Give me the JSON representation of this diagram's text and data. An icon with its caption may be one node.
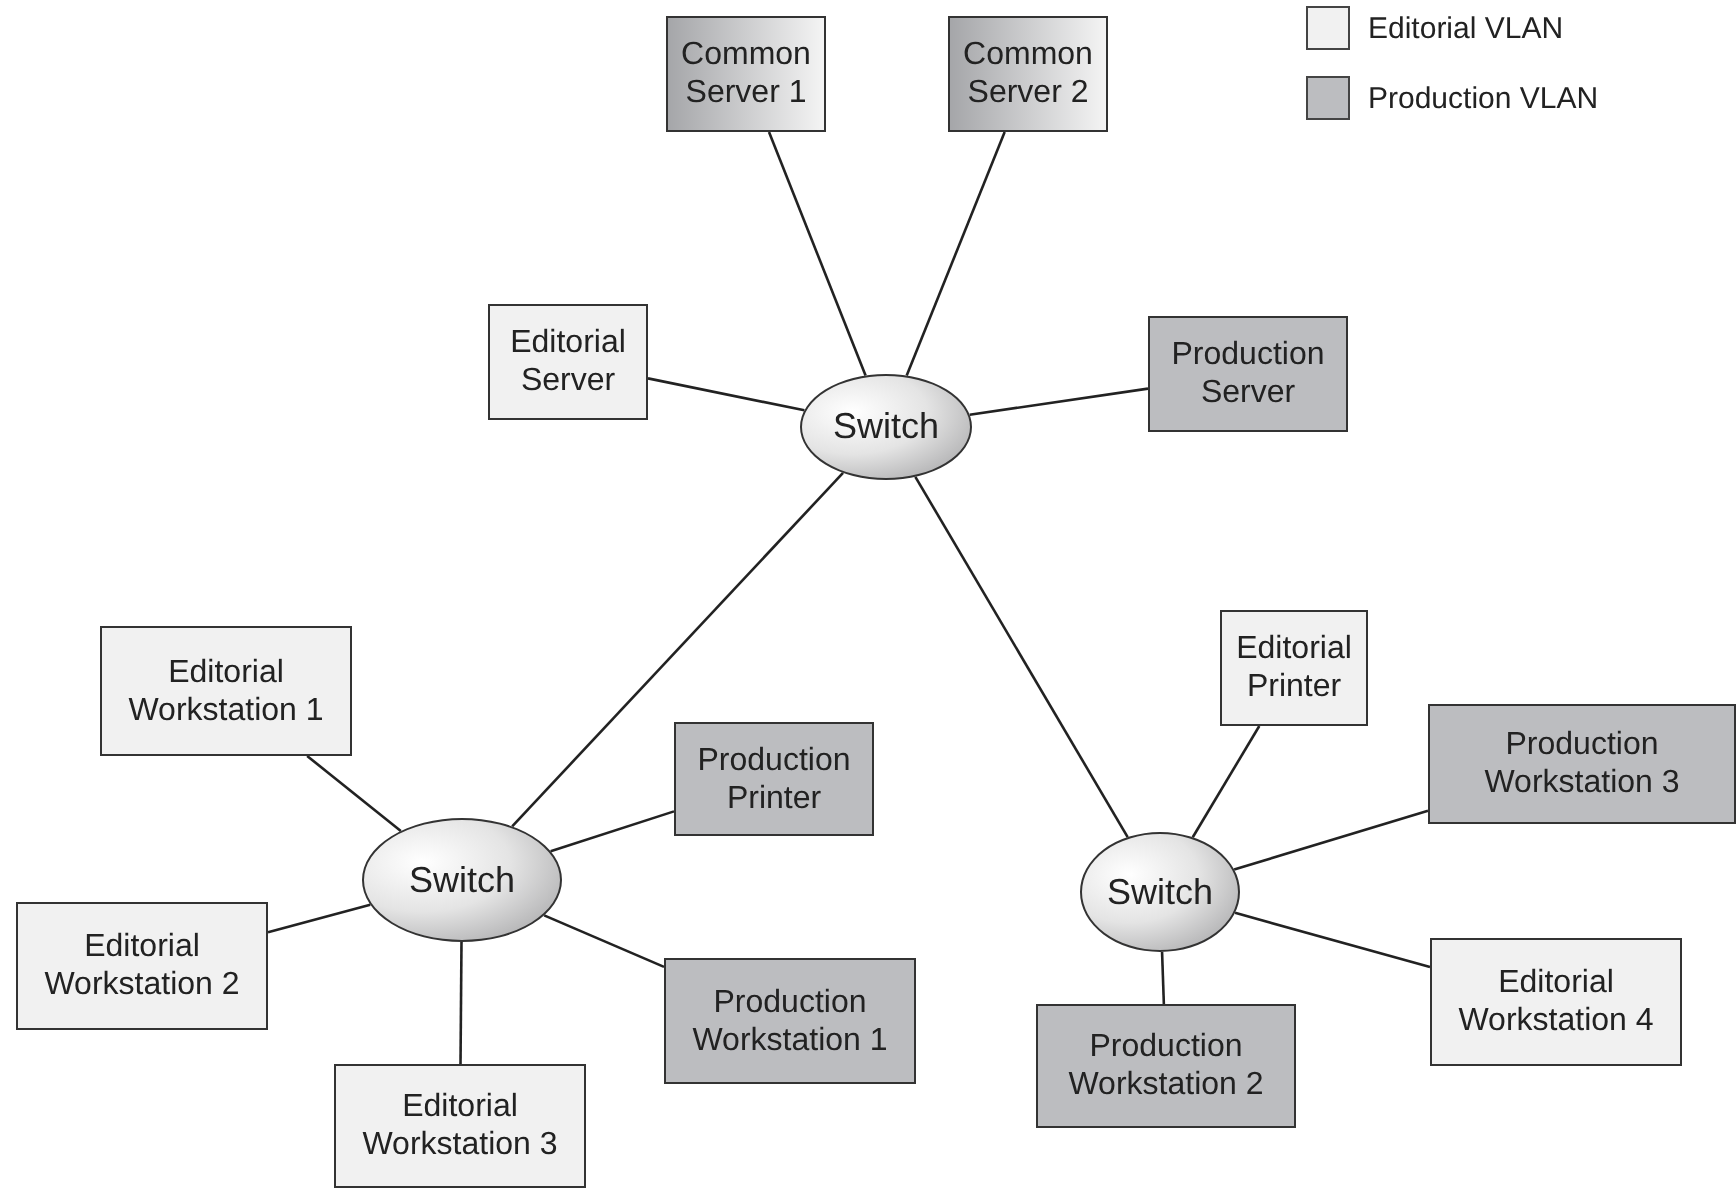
{
  "diagram": {
    "nodes": [
      {
        "text": [
          "Common Server 1"
        ]
      },
      {
        "text": [
          "Common Server 2"
        ]
      },
      {
        "text": [
          "Editorial Server"
        ]
      },
      {
        "text": [
          "Switch"
        ]
      },
      {
        "text": [
          "Production Server"
        ]
      },
      {
        "text": [
          "Editorial Printer"
        ]
      },
      {
        "text": [
          "Editorial Workstation 1"
        ]
      },
      {
        "text": [
          "Production Workstation 3"
        ]
      },
      {
        "text": [
          "Production Printer"
        ]
      },
      {
        "text": [
          "Switch"
        ]
      },
      {
        "text": [
          "Switch"
        ]
      },
      {
        "text": [
          "Editorial Workstation 2"
        ]
      },
      {
        "text": [
          "Production Workstation 1"
        ]
      },
      {
        "text": [
          "Editorial Workstation 4"
        ]
      },
      {
        "text": [
          "Production Workstation 2"
        ]
      },
      {
        "text": [
          "Editorial Workstation 3"
        ]
      }
    ],
    "edges": [
      {
        "from": 0,
        "to": 3,
        "arrow": "none"
      },
      {
        "from": 1,
        "to": 3,
        "arrow": "none"
      },
      {
        "from": 2,
        "to": 3,
        "arrow": "none"
      },
      {
        "from": 4,
        "to": 3,
        "arrow": "none"
      },
      {
        "from": 3,
        "to": 9,
        "arrow": "none"
      },
      {
        "from": 3,
        "to": 10,
        "arrow": "none"
      },
      {
        "from": 9,
        "to": 6,
        "arrow": "none"
      },
      {
        "from": 9,
        "to": 8,
        "arrow": "none"
      },
      {
        "from": 9,
        "to": 11,
        "arrow": "none"
      },
      {
        "from": 9,
        "to": 12,
        "arrow": "none"
      },
      {
        "from": 9,
        "to": 15,
        "arrow": "none"
      },
      {
        "from": 10,
        "to": 5,
        "arrow": "none"
      },
      {
        "from": 10,
        "to": 7,
        "arrow": "none"
      },
      {
        "from": 10,
        "to": 13,
        "arrow": "none"
      },
      {
        "from": 10,
        "to": 14,
        "arrow": "none"
      }
    ],
    "legend": [
      {
        "text": "Editorial VLAN",
        "color": "#f1f1f1"
      },
      {
        "text": "Production VLAN",
        "color": "#bcbdc0"
      }
    ]
  }
}
